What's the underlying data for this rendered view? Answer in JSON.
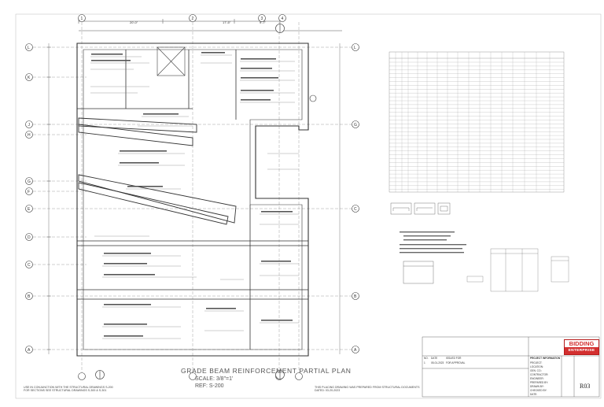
{
  "drawing": {
    "title": "GRADE BEAM REINFORCEMENT PARTIAL PLAN",
    "scale": "SCALE: 3/8\"=1'",
    "reference": "REF: S-200",
    "grid_columns": [
      "1",
      "2",
      "3",
      "4"
    ],
    "grid_rows_left": [
      "L",
      "K",
      "J",
      "H",
      "G",
      "F",
      "E",
      "D",
      "C",
      "B",
      "A"
    ],
    "grid_rows_right": [
      "L",
      "G",
      "C",
      "B",
      "A"
    ],
    "dimensions_top": [
      "20'-0\"",
      "17'-5\"",
      "9'-7\""
    ],
    "section_markers": [
      "8",
      "8"
    ]
  },
  "notes": {
    "left_note_line1": "USE IN CONJUNCTION WITH THE STRUCTURAL DRAWINGS S-200",
    "left_note_line2": "FOR SECTIONS SEE STRUCTURAL DRAWINGS S-300 & S-301",
    "mid_note_line1": "THIS PLACING DRAWING WAS PREPARED FROM STRUCTURAL DOCUMENTS",
    "mid_note_line2": "DATED: 03-20-2023"
  },
  "title_block": {
    "brand_top": "BIDDING",
    "brand_bottom": "ENTERPRISE",
    "project_info": "PROJECT INFORMATION",
    "sheet_number": "R03",
    "rows": [
      "PROJECT:",
      "LOCATION:",
      "GEN. CO.:",
      "CONTRACTOR:",
      "ENGINEER:",
      "PREPARED BY:",
      "DRAWN BY:",
      "CHECKED BY:",
      "DATE:"
    ],
    "rev_header": [
      "NO.",
      "DATE",
      "ISSUED FOR"
    ],
    "rev_row": [
      "1",
      "05-01-2023",
      "FOR APPROVAL"
    ]
  },
  "colors": {
    "line": "#3a3a3a",
    "light": "#8a8a8a",
    "brand_red": "#d32f2f"
  }
}
